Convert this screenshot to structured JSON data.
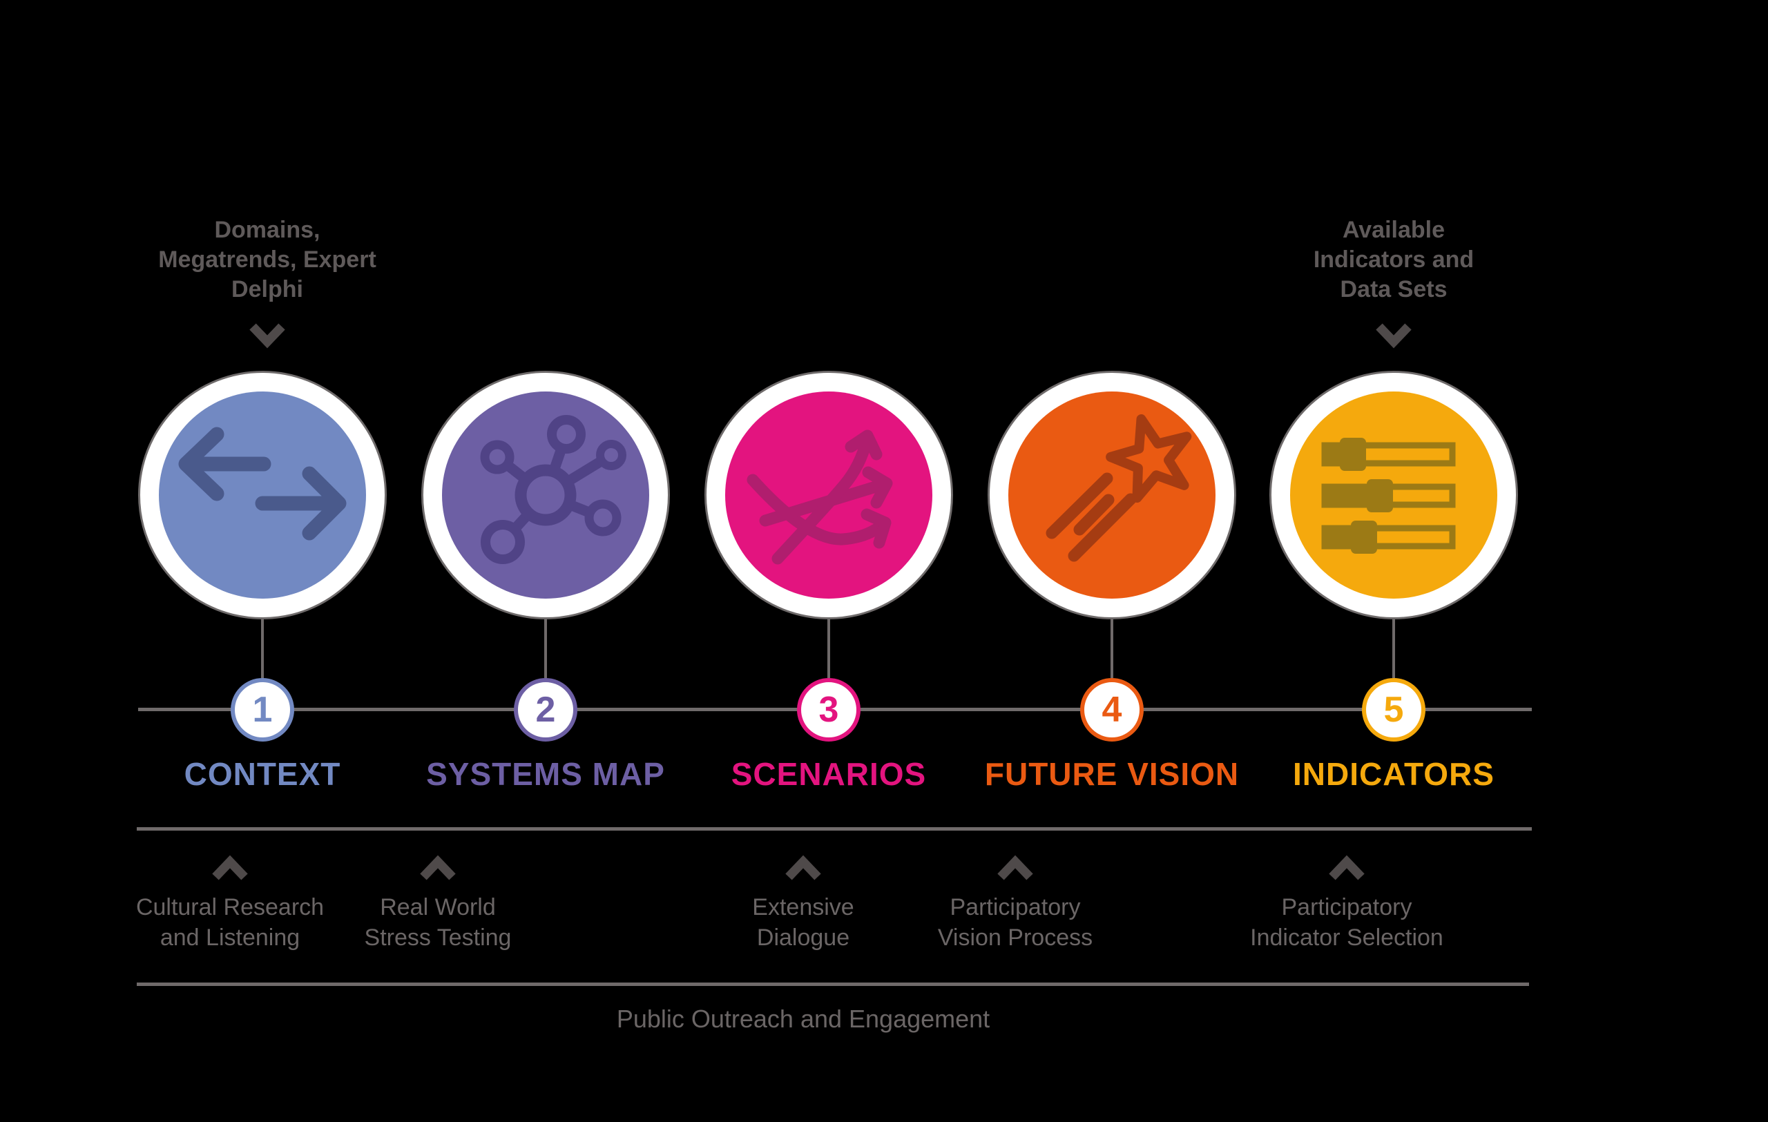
{
  "background_color": "#000000",
  "colors": {
    "line": "#6f6a6a",
    "chevron": "#4f4a4a",
    "note_top_text": "#5f5a5a",
    "note_bottom_text": "#6b6666",
    "circle_ring": "#ffffff",
    "circle_outline": "#6f6b6b"
  },
  "top_notes": [
    {
      "lines": [
        "Domains,",
        "Megatrends, Expert",
        "Delphi"
      ]
    },
    {
      "lines": [
        "Available",
        "Indicators and",
        "Data Sets"
      ]
    }
  ],
  "steps": [
    {
      "number": "1",
      "label": "CONTEXT",
      "color": "#7289c2",
      "icon_color": "#4a5a8c",
      "icon": "arrows-icon",
      "annotation": {
        "lines": [
          "Cultural Research",
          "and Listening"
        ]
      }
    },
    {
      "number": "2",
      "label": "SYSTEMS MAP",
      "color": "#6d5fa4",
      "icon_color": "#504386",
      "icon": "network-icon",
      "annotation": {
        "lines": [
          "Real World",
          "Stress Testing"
        ]
      }
    },
    {
      "number": "3",
      "label": "SCENARIOS",
      "color": "#e3147f",
      "icon_color": "#b01e6e",
      "icon": "diverging-arrows-icon",
      "annotation": {
        "lines": [
          "Extensive",
          "Dialogue"
        ]
      }
    },
    {
      "number": "4",
      "label": "FUTURE VISION",
      "color": "#ea5a12",
      "icon_color": "#a53c12",
      "icon": "shooting-star-icon",
      "annotation": {
        "lines": [
          "Participatory",
          "Vision Process"
        ]
      }
    },
    {
      "number": "5",
      "label": "INDICATORS",
      "color": "#f5a90d",
      "icon_color": "#9c7a15",
      "icon": "sliders-icon",
      "annotation": {
        "lines": [
          "Participatory",
          "Indicator Selection"
        ]
      }
    }
  ],
  "footer": {
    "label": "Public Outreach and Engagement"
  }
}
